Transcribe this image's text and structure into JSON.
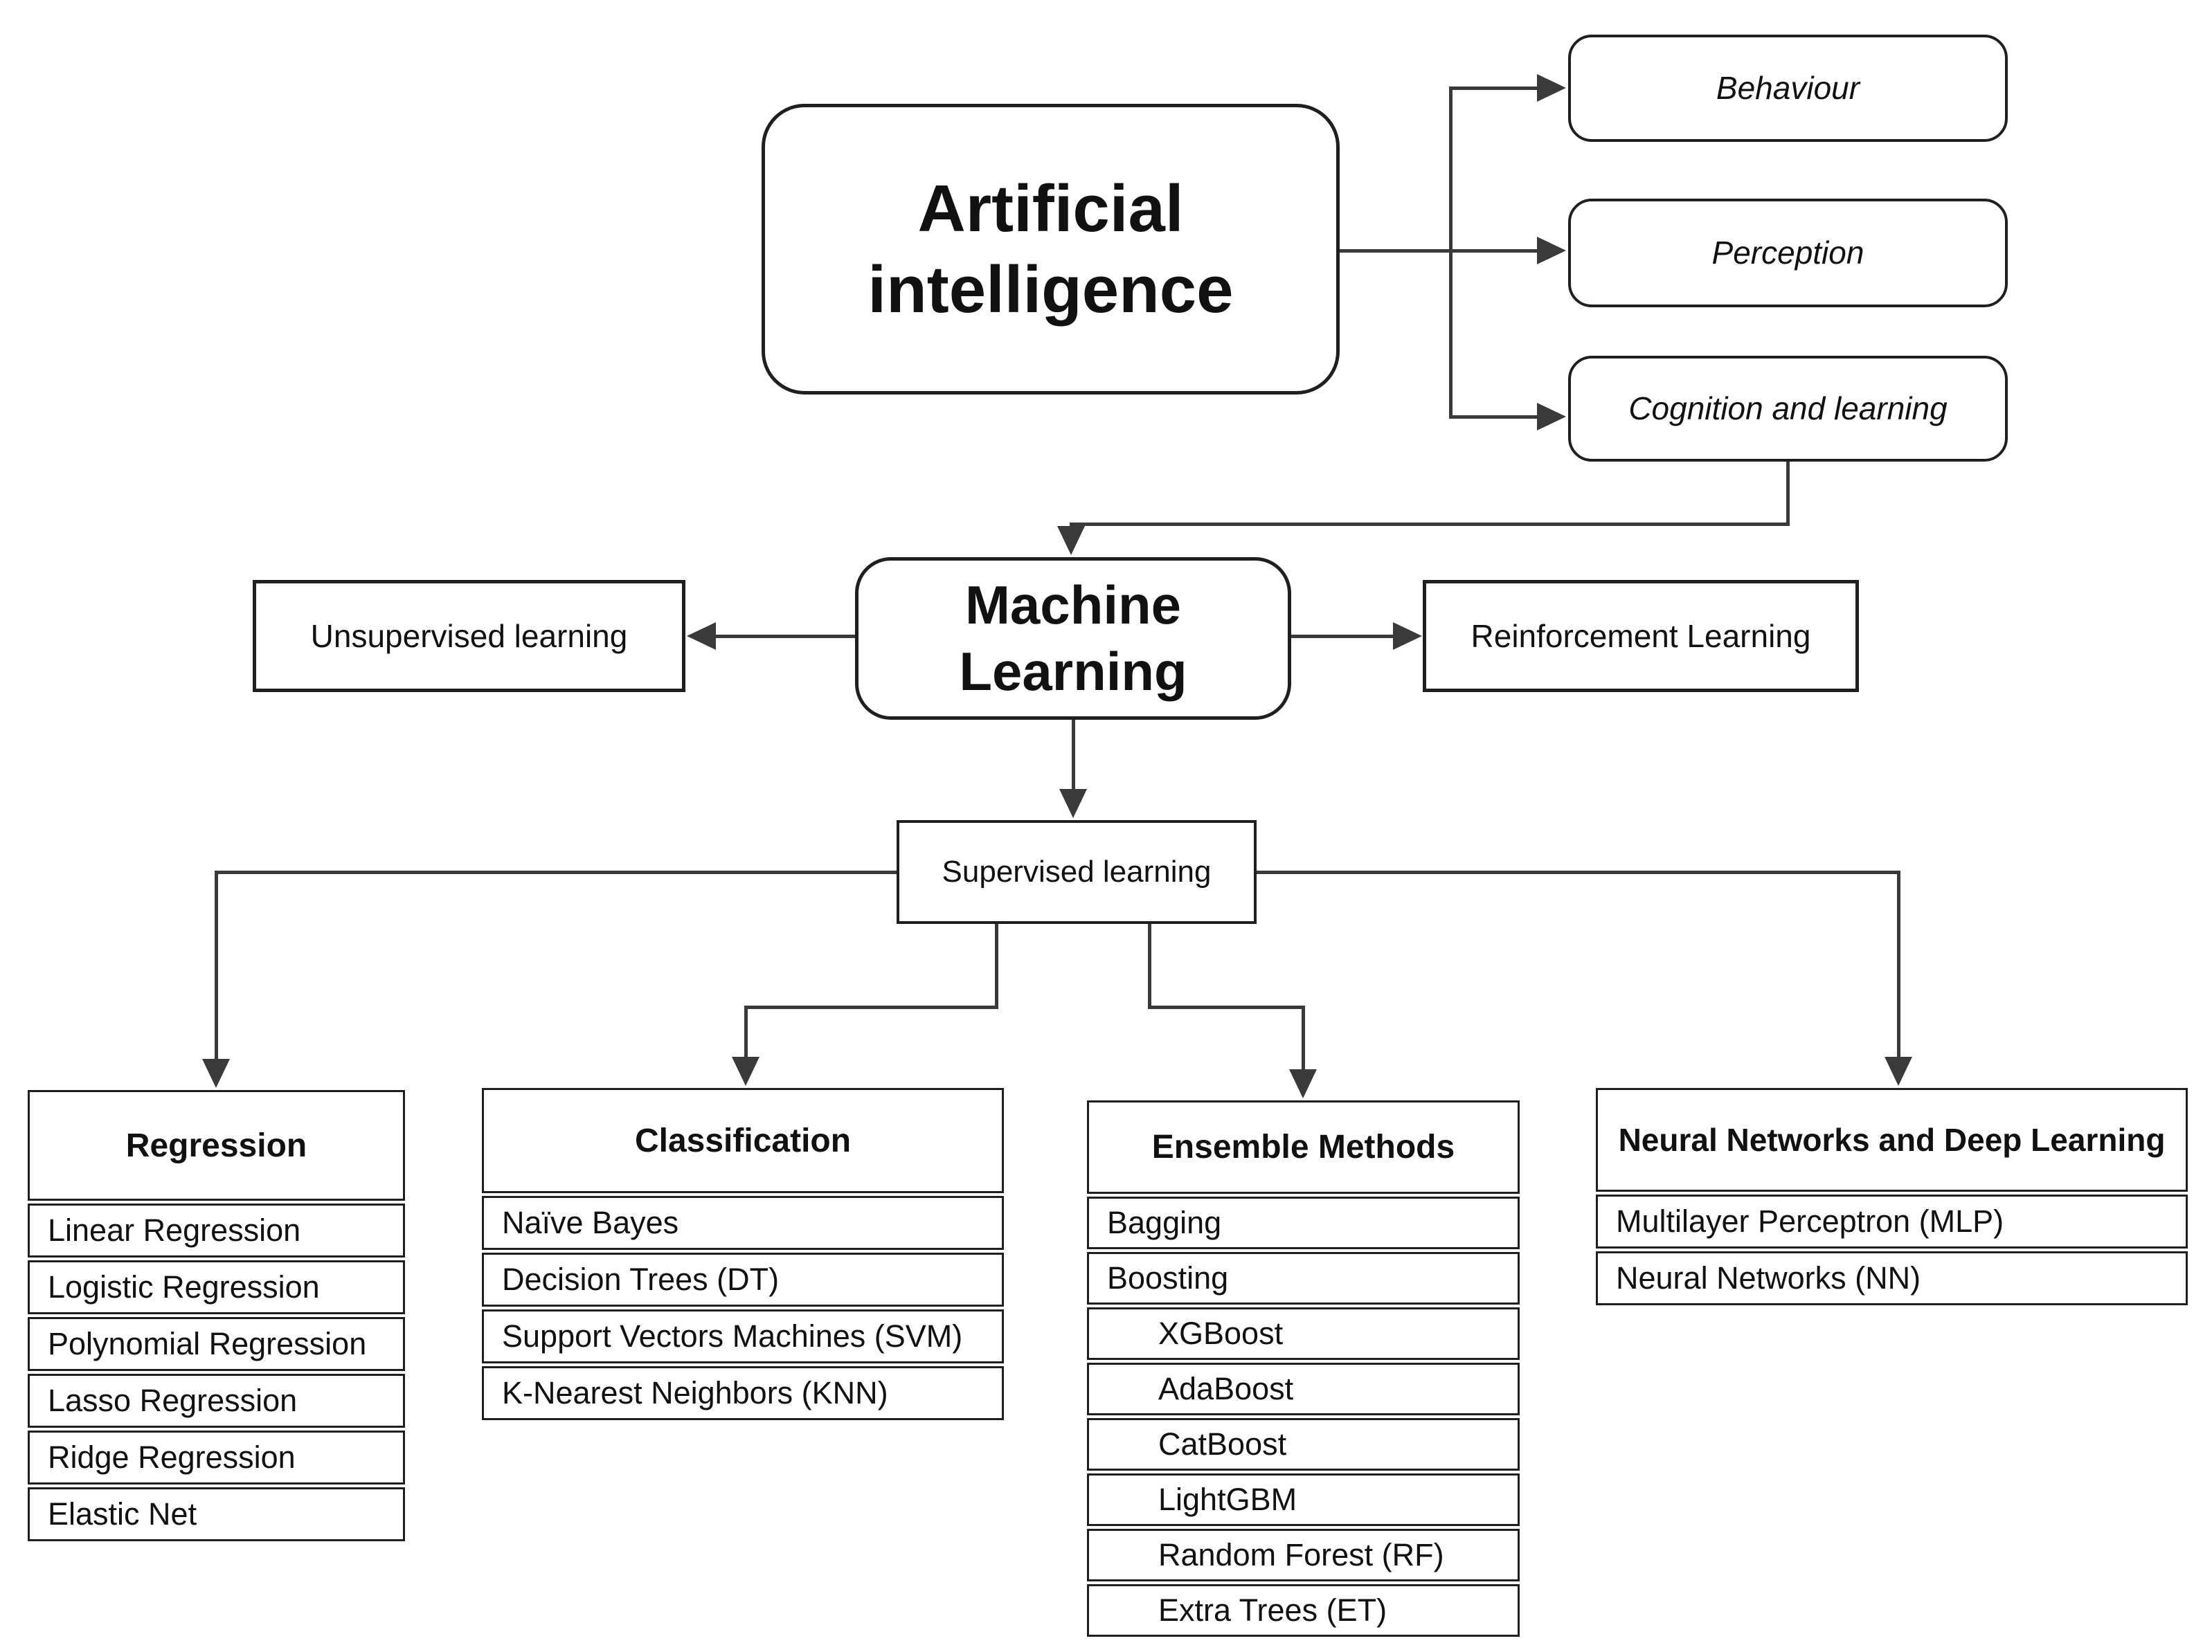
{
  "colors": {
    "stroke": "#3a3a3a",
    "text": "#111111",
    "background": "#ffffff"
  },
  "nodes": {
    "artificial_intelligence": "Artificial\nintelligence",
    "behaviour": "Behaviour",
    "perception": "Perception",
    "cognition_and_learning": "Cognition and learning",
    "machine_learning": "Machine\nLearning",
    "unsupervised_learning": "Unsupervised learning",
    "reinforcement_learning": "Reinforcement Learning",
    "supervised_learning": "Supervised learning"
  },
  "tables": {
    "regression": {
      "header": "Regression",
      "rows": [
        "Linear Regression",
        "Logistic Regression",
        "Polynomial Regression",
        "Lasso Regression",
        "Ridge Regression",
        "Elastic Net"
      ]
    },
    "classification": {
      "header": "Classification",
      "rows": [
        "Naïve Bayes",
        "Decision Trees (DT)",
        "Support Vectors Machines (SVM)",
        "K-Nearest Neighbors (KNN)"
      ]
    },
    "ensemble": {
      "header": "Ensemble Methods",
      "rows": [
        "Bagging",
        "Boosting",
        "XGBoost",
        "AdaBoost",
        "CatBoost",
        "LightGBM",
        "Random Forest (RF)",
        "Extra Trees (ET)"
      ]
    },
    "neural": {
      "header": "Neural Networks and Deep Learning",
      "rows": [
        "Multilayer Perceptron (MLP)",
        "Neural Networks (NN)"
      ]
    }
  }
}
